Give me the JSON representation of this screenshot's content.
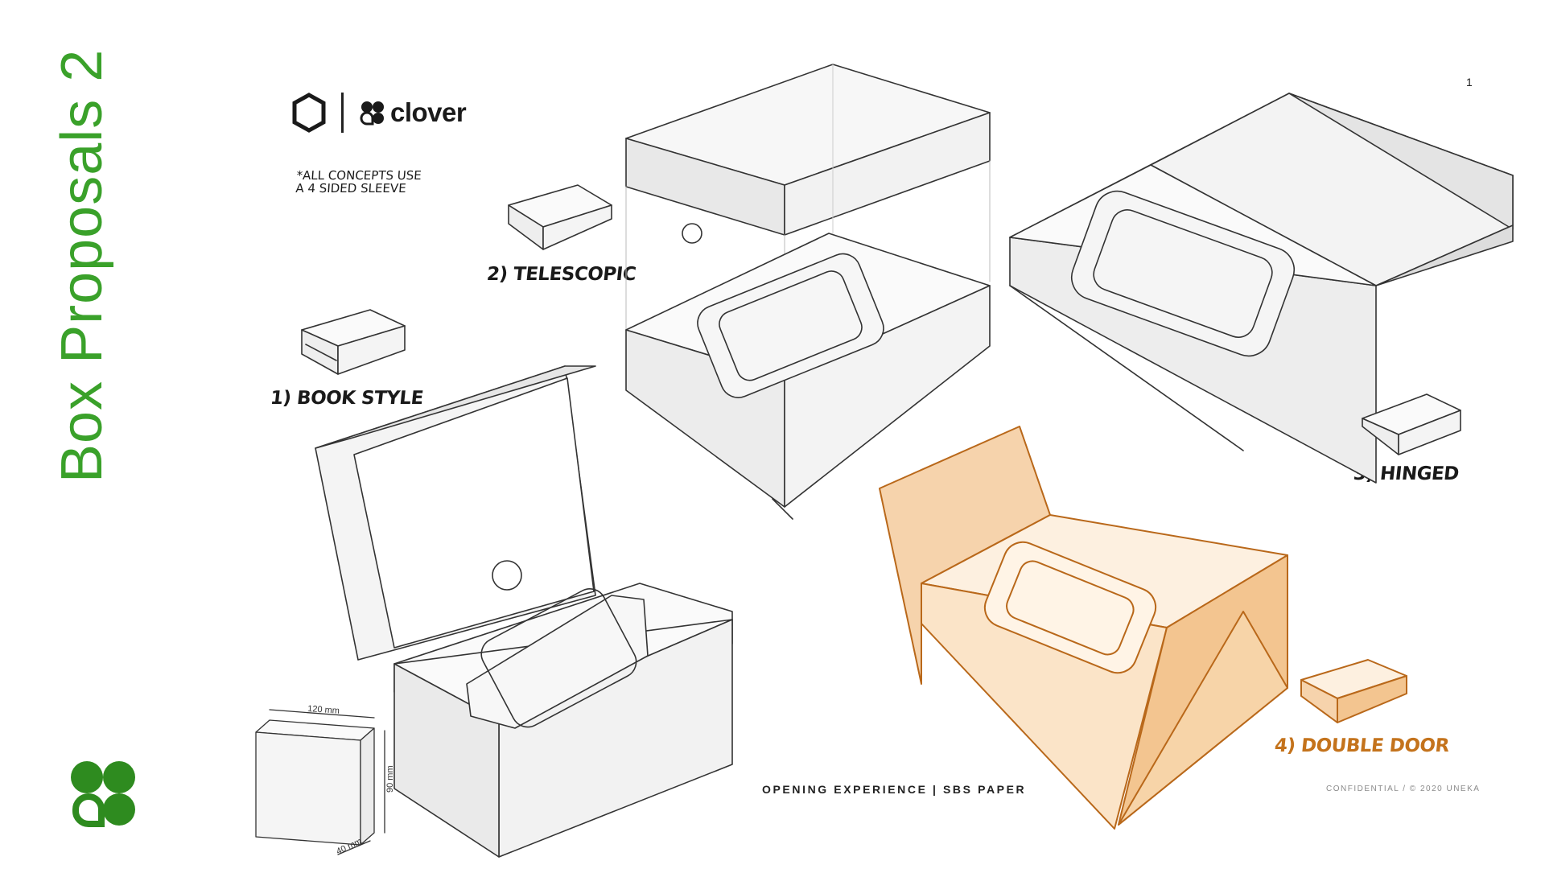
{
  "page": {
    "side_title": "Box Proposals 2",
    "page_number": "1"
  },
  "brand": {
    "wordmark": "clover",
    "partner_logo_icon": "hexagon-icon",
    "clover_icon": "clover-leaf-icon"
  },
  "note": {
    "line1": "*ALL CONCEPTS USE",
    "line2": "A 4 SIDED SLEEVE"
  },
  "concepts": [
    {
      "label": "1) BOOK STYLE"
    },
    {
      "label": "2) TELESCOPIC"
    },
    {
      "label": "3) HINGED"
    },
    {
      "label": "4) DOUBLE DOOR"
    }
  ],
  "dimensions": {
    "width": "120 mm",
    "height": "90 mm",
    "depth": "40 mm"
  },
  "footer": {
    "title": "OPENING EXPERIENCE | SBS PAPER",
    "confidential": "CONFIDENTIAL / © 2020 UNEKA"
  },
  "colors": {
    "brand_green": "#3aa12a",
    "accent_orange": "#c4731c",
    "ink": "#1a1a1a"
  }
}
